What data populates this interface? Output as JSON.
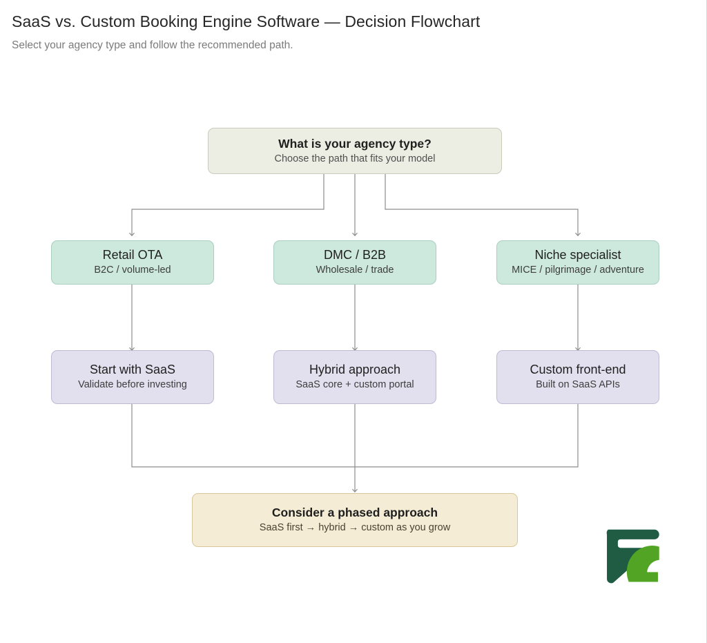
{
  "header": {
    "title": "SaaS vs. Custom Booking Engine Software — Decision Flowchart",
    "subtitle": "Select your agency type and follow the recommended path."
  },
  "colors": {
    "background": "#ffffff",
    "title_text": "#262626",
    "subtitle_text": "#7b7b7b",
    "root_fill": "#eceee3",
    "root_border": "#c9cbbb",
    "green_fill": "#cde9dd",
    "green_border": "#a8cfbf",
    "purple_fill": "#e2e0ee",
    "purple_border": "#bdbad4",
    "amber_fill": "#f5ecd5",
    "amber_border": "#d9c79b",
    "edge_line": "#8c8c8c",
    "logo_dark_green": "#1f5c43",
    "logo_light_green": "#52a524"
  },
  "flowchart": {
    "type": "decision-flowchart",
    "orientation": "top-to-bottom",
    "nodes": [
      {
        "id": "root",
        "kind": "decision",
        "title": "What is your agency type?",
        "subtitle": "Choose the path that fits your model"
      },
      {
        "id": "retail-ota",
        "kind": "option",
        "title": "Retail OTA",
        "subtitle": "B2C / volume-led"
      },
      {
        "id": "dmc-b2b",
        "kind": "option",
        "title": "DMC / B2B",
        "subtitle": "Wholesale / trade"
      },
      {
        "id": "niche-specialist",
        "kind": "option",
        "title": "Niche specialist",
        "subtitle": "MICE / pilgrimage / adventure"
      },
      {
        "id": "start-with-saas",
        "kind": "outcome",
        "title": "Start with SaaS",
        "subtitle": "Validate before investing"
      },
      {
        "id": "hybrid-approach",
        "kind": "outcome",
        "title": "Hybrid approach",
        "subtitle": "SaaS core + custom portal"
      },
      {
        "id": "custom-front-end",
        "kind": "outcome",
        "title": "Custom front-end",
        "subtitle": "Built on SaaS APIs"
      },
      {
        "id": "phased-approach",
        "kind": "conclusion",
        "title": "Consider a phased approach",
        "subtitle": "SaaS first → hybrid → custom as you grow"
      }
    ],
    "edges": [
      {
        "from": "root",
        "to": "retail-ota"
      },
      {
        "from": "root",
        "to": "dmc-b2b"
      },
      {
        "from": "root",
        "to": "niche-specialist"
      },
      {
        "from": "retail-ota",
        "to": "start-with-saas"
      },
      {
        "from": "dmc-b2b",
        "to": "hybrid-approach"
      },
      {
        "from": "niche-specialist",
        "to": "custom-front-end"
      },
      {
        "from": "start-with-saas",
        "to": "phased-approach"
      },
      {
        "from": "hybrid-approach",
        "to": "phased-approach"
      },
      {
        "from": "custom-front-end",
        "to": "phased-approach"
      }
    ]
  },
  "logo": {
    "alt": "FZ brand logo"
  }
}
